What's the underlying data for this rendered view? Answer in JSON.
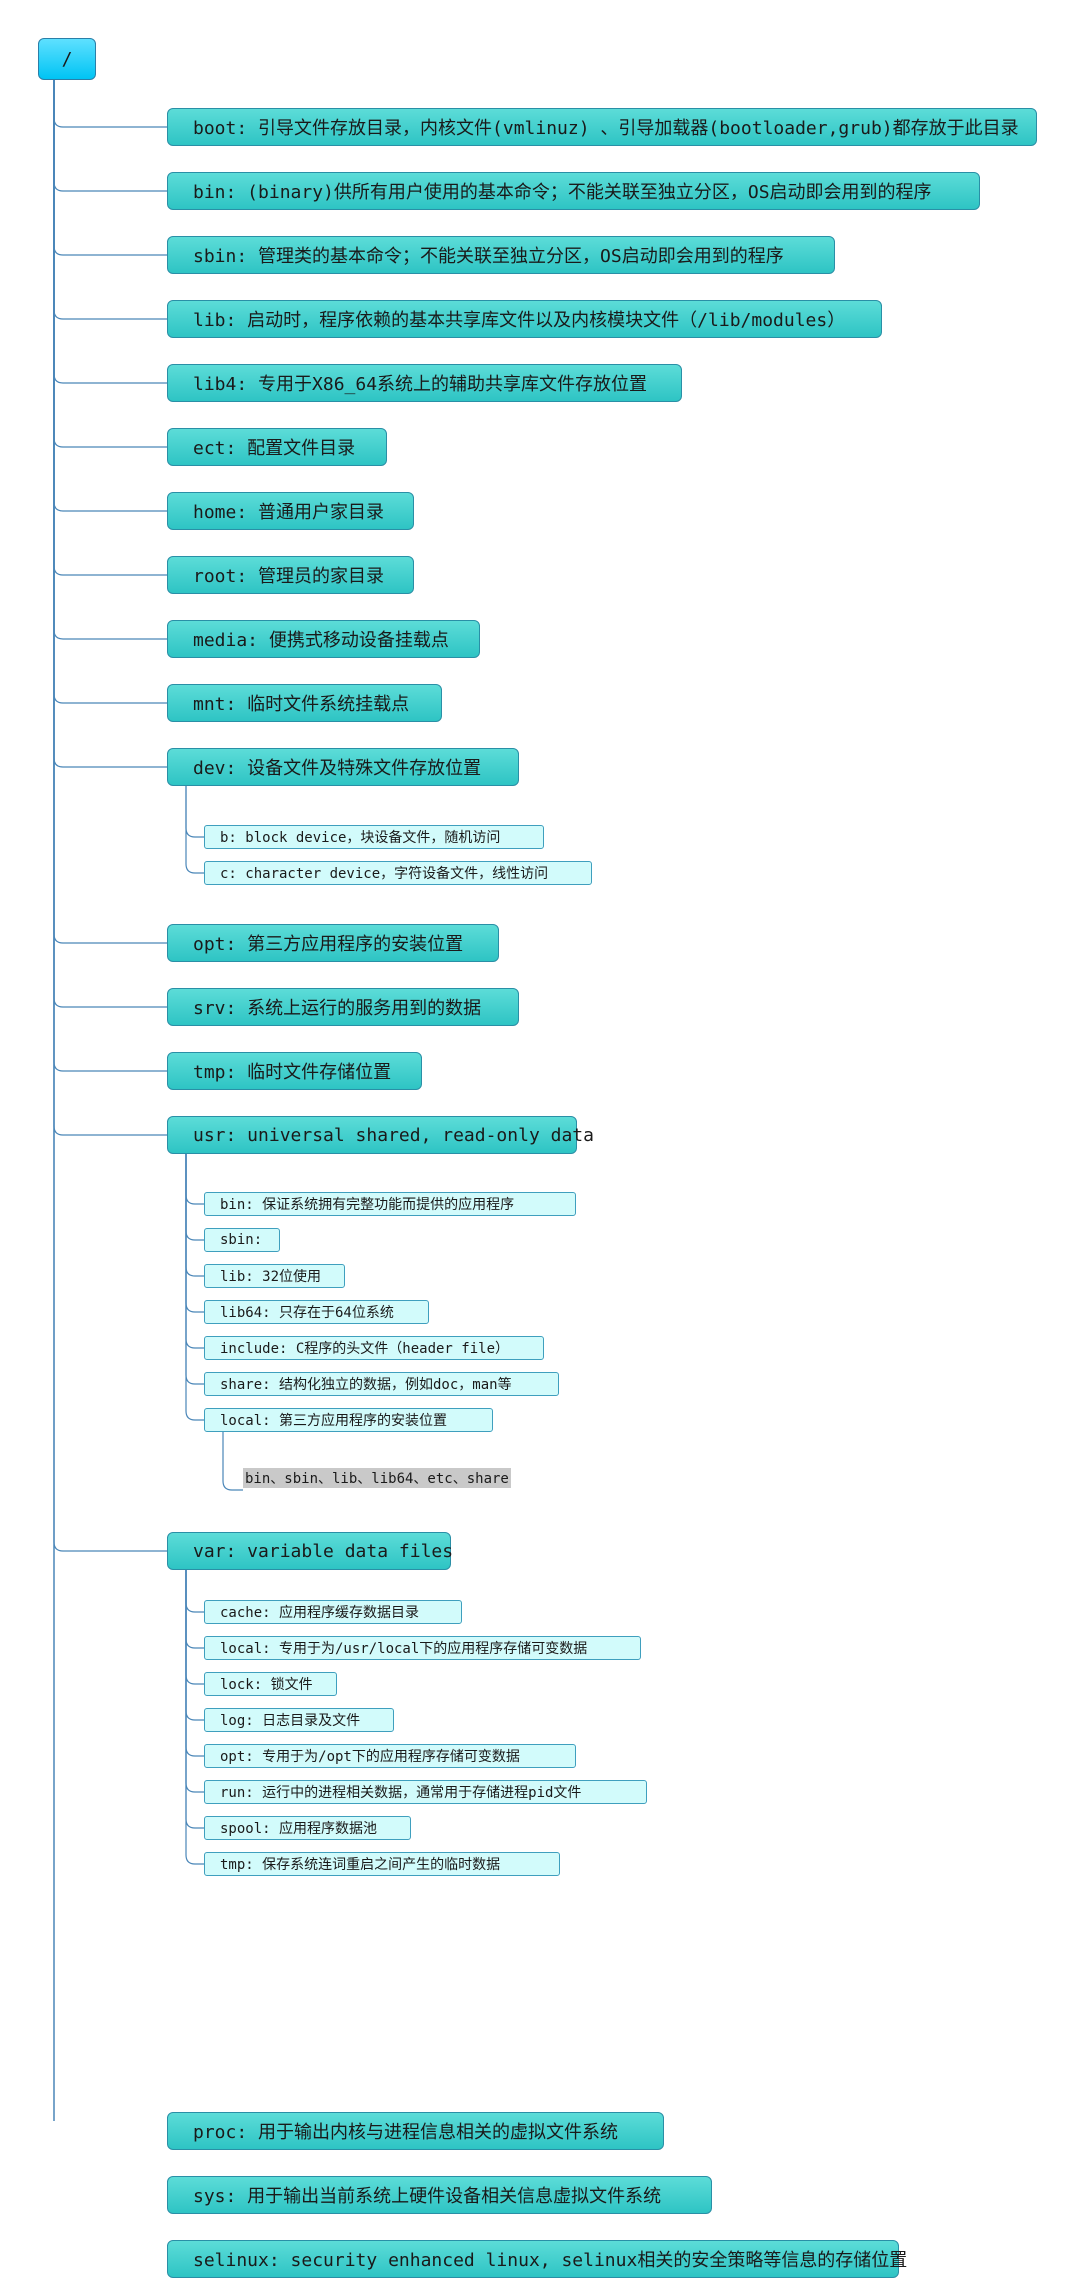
{
  "root": {
    "label": "/"
  },
  "items": [
    {
      "id": "boot",
      "label": "boot: 引导文件存放目录，内核文件(vmlinuz) 、引导加载器(bootloader,grub)都存放于此目录"
    },
    {
      "id": "bin",
      "label": "bin: (binary)供所有用户使用的基本命令；不能关联至独立分区，OS启动即会用到的程序"
    },
    {
      "id": "sbin",
      "label": "sbin: 管理类的基本命令；不能关联至独立分区，OS启动即会用到的程序"
    },
    {
      "id": "lib",
      "label": "lib: 启动时，程序依赖的基本共享库文件以及内核模块文件（/lib/modules）"
    },
    {
      "id": "lib4",
      "label": "lib4: 专用于X86_64系统上的辅助共享库文件存放位置"
    },
    {
      "id": "ect",
      "label": "ect: 配置文件目录"
    },
    {
      "id": "home",
      "label": "home: 普通用户家目录"
    },
    {
      "id": "root",
      "label": "root: 管理员的家目录"
    },
    {
      "id": "media",
      "label": "media: 便携式移动设备挂载点"
    },
    {
      "id": "mnt",
      "label": "mnt: 临时文件系统挂载点"
    },
    {
      "id": "dev",
      "label": "dev: 设备文件及特殊文件存放位置",
      "children": [
        {
          "id": "dev-b",
          "label": "b: block device，块设备文件，随机访问"
        },
        {
          "id": "dev-c",
          "label": "c: character device，字符设备文件，线性访问"
        }
      ]
    },
    {
      "id": "opt",
      "label": "opt: 第三方应用程序的安装位置"
    },
    {
      "id": "srv",
      "label": "srv: 系统上运行的服务用到的数据"
    },
    {
      "id": "tmp",
      "label": "tmp: 临时文件存储位置"
    },
    {
      "id": "usr",
      "label": "usr: universal shared, read-only data",
      "children": [
        {
          "id": "usr-bin",
          "label": "bin: 保证系统拥有完整功能而提供的应用程序"
        },
        {
          "id": "usr-sbin",
          "label": "sbin:"
        },
        {
          "id": "usr-lib",
          "label": "lib: 32位使用"
        },
        {
          "id": "usr-lib64",
          "label": "lib64: 只存在于64位系统"
        },
        {
          "id": "usr-include",
          "label": "include: C程序的头文件（header file）"
        },
        {
          "id": "usr-share",
          "label": "share: 结构化独立的数据，例如doc，man等"
        },
        {
          "id": "usr-local",
          "label": "local: 第三方应用程序的安装位置",
          "children": [
            {
              "id": "usr-local-sub",
              "label": "bin、sbin、lib、lib64、etc、share"
            }
          ]
        }
      ]
    },
    {
      "id": "var",
      "label": "var: variable data files",
      "children": [
        {
          "id": "var-cache",
          "label": "cache: 应用程序缓存数据目录"
        },
        {
          "id": "var-local",
          "label": "local: 专用于为/usr/local下的应用程序存储可变数据"
        },
        {
          "id": "var-lock",
          "label": "lock: 锁文件"
        },
        {
          "id": "var-log",
          "label": "log: 日志目录及文件"
        },
        {
          "id": "var-opt",
          "label": "opt: 专用于为/opt下的应用程序存储可变数据"
        },
        {
          "id": "var-run",
          "label": "run: 运行中的进程相关数据，通常用于存储进程pid文件"
        },
        {
          "id": "var-spool",
          "label": "spool: 应用程序数据池"
        },
        {
          "id": "var-tmp",
          "label": "tmp: 保存系统连词重启之间产生的临时数据"
        }
      ]
    },
    {
      "id": "proc",
      "label": "proc: 用于输出内核与进程信息相关的虚拟文件系统"
    },
    {
      "id": "sys",
      "label": "sys: 用于输出当前系统上硬件设备相关信息虚拟文件系统"
    },
    {
      "id": "selinux",
      "label": "selinux: security enhanced linux, selinux相关的安全策略等信息的存储位置"
    }
  ]
}
